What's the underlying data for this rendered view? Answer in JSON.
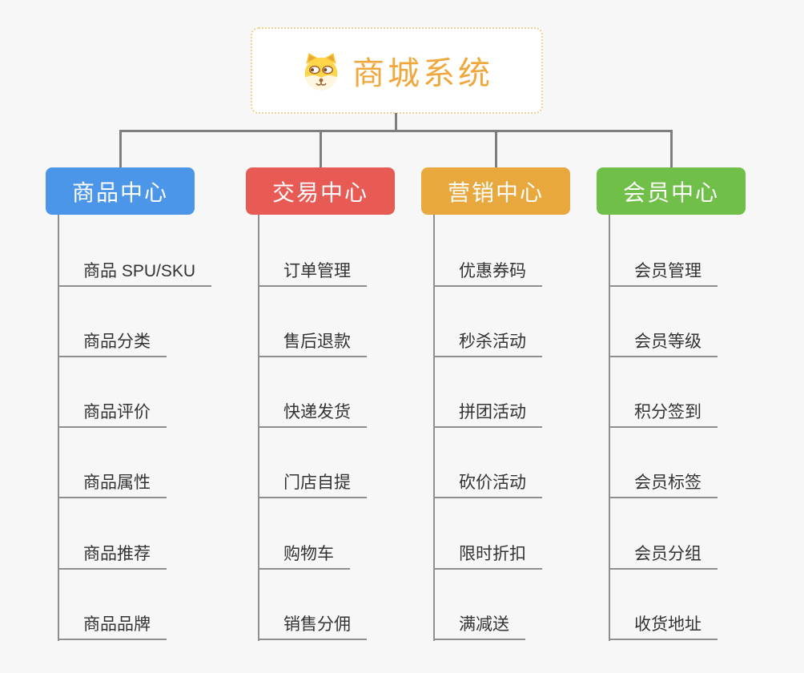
{
  "root": {
    "title": "商城系统",
    "icon": "shiba-dog-icon"
  },
  "branches": [
    {
      "label": "商品中心",
      "color": "#4B96E8",
      "children": [
        "商品 SPU/SKU",
        "商品分类",
        "商品评价",
        "商品属性",
        "商品推荐",
        "商品品牌"
      ]
    },
    {
      "label": "交易中心",
      "color": "#E85B55",
      "children": [
        "订单管理",
        "售后退款",
        "快递发货",
        "门店自提",
        "购物车",
        "销售分佣"
      ]
    },
    {
      "label": "营销中心",
      "color": "#E9A83E",
      "children": [
        "优惠券码",
        "秒杀活动",
        "拼团活动",
        "砍价活动",
        "限时折扣",
        "满减送"
      ]
    },
    {
      "label": "会员中心",
      "color": "#6FBF48",
      "children": [
        "会员管理",
        "会员等级",
        "积分签到",
        "会员标签",
        "会员分组",
        "收货地址"
      ]
    }
  ],
  "colors": {
    "background": "#F7F7F7",
    "connector": "#7E7E7E",
    "leaf_line": "#8F8F8F",
    "leaf_text": "#333333",
    "root_text": "#F0A73C",
    "root_border": "#F3CF92",
    "root_bg": "#FFFFFF"
  }
}
